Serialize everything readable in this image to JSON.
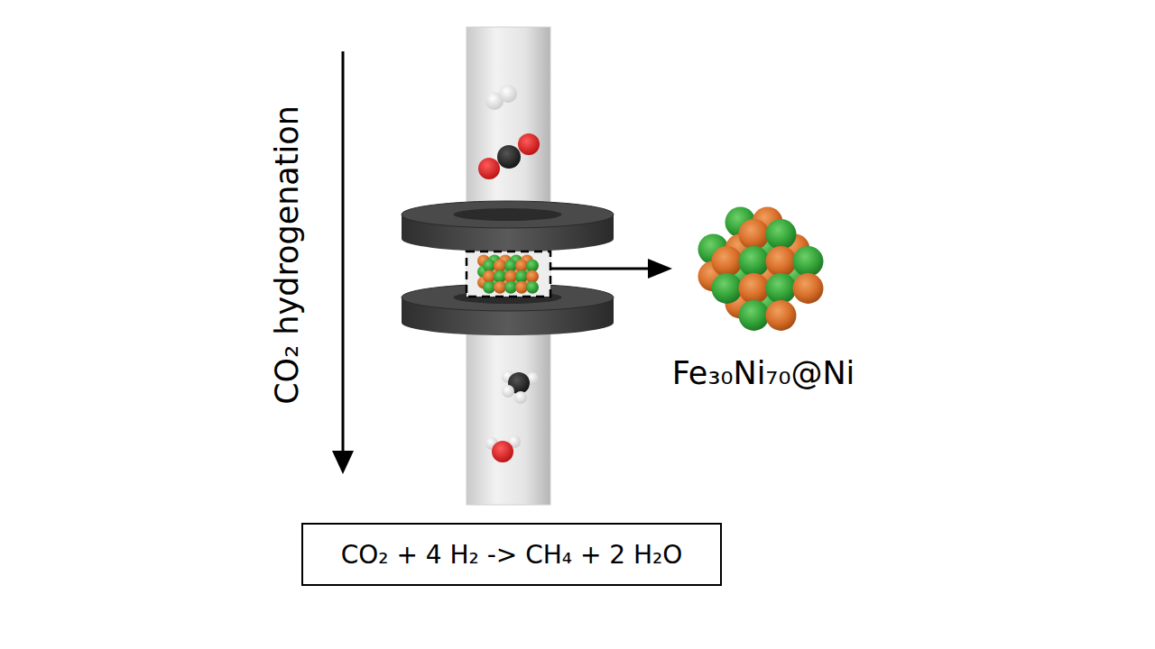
{
  "diagram": {
    "nodes": [
      {
        "text": [
          "CO₂ + 4 H₂ -> CH₄ + 2 H₂O"
        ]
      }
    ],
    "labels": [
      "CO₂ hydrogenation",
      "Fe₃₀Ni₇₀@Ni"
    ]
  }
}
